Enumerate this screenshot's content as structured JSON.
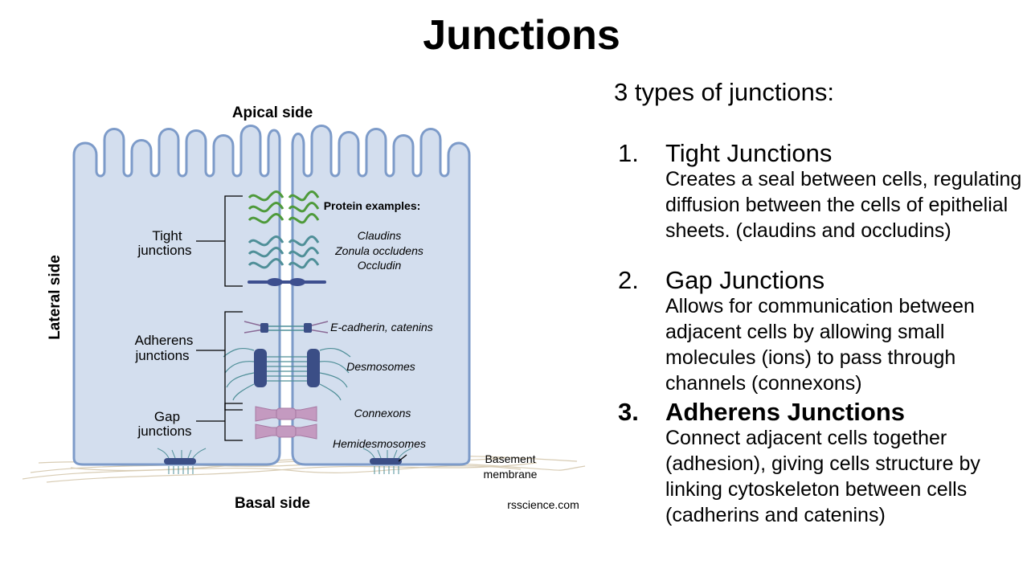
{
  "title": "Junctions",
  "diagram": {
    "apical": "Apical side",
    "basal": "Basal side",
    "lateral": "Lateral side",
    "tight_label": [
      "Tight",
      "junctions"
    ],
    "adherens_label": [
      "Adherens",
      "junctions"
    ],
    "gap_label": [
      "Gap",
      "junctions"
    ],
    "protein_header": "Protein examples:",
    "proteins_tight": [
      "Claudins",
      "Zonula occludens",
      "Occludin"
    ],
    "ecadherin": "E-cadherin, catenins",
    "desmosomes": "Desmosomes",
    "connexons": "Connexons",
    "hemidesmosomes": "Hemidesmosomes",
    "basement": [
      "Basement",
      "membrane"
    ],
    "credit": "rsscience.com",
    "colors": {
      "cell_fill": "#d3deee",
      "cell_outline": "#7d9bc9",
      "claudin_green": "#4e9a3a",
      "occludin_teal": "#4f8f98",
      "zo_navy": "#3d4f8f",
      "connexon_pink": "#c49ac0",
      "desmo_navy": "#3b4e86",
      "membrane_fiber": "#d8ccb4"
    }
  },
  "right": {
    "intro": "3 types of junctions:",
    "items": [
      {
        "num": "1.",
        "head": "Tight Junctions",
        "desc": "Creates a seal between cells, regulating diffusion between the cells of epithelial sheets. (claudins and occludins)"
      },
      {
        "num": "2.",
        "head": "Gap Junctions",
        "desc": "Allows for communication between adjacent cells by allowing small molecules (ions) to pass through channels (connexons)"
      },
      {
        "num": "3.",
        "head": "Adherens Junctions",
        "desc": "Connect adjacent cells together (adhesion), giving cells structure by linking cytoskeleton between cells (cadherins and catenins)"
      }
    ]
  }
}
